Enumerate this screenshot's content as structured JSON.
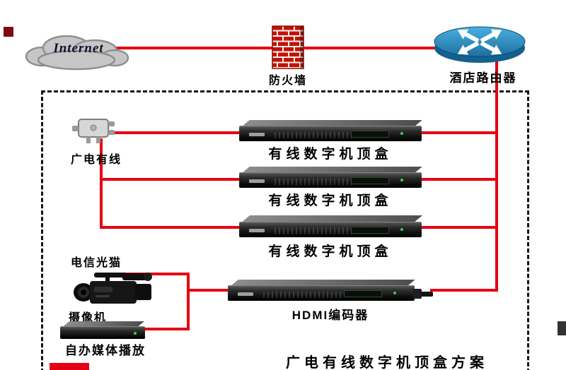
{
  "colors": {
    "connector": "#e60012",
    "firewall_brick": "#c41200",
    "router_body": "#2b87b8"
  },
  "internet": {
    "label": "Internet"
  },
  "firewall": {
    "label": "防火墙"
  },
  "router": {
    "label": "酒店路由器"
  },
  "solution_box": {
    "cable_source": {
      "label": "广电有线"
    },
    "set_top_boxes": [
      {
        "label": "有线数字机顶盒"
      },
      {
        "label": "有线数字机顶盒"
      },
      {
        "label": "有线数字机顶盒"
      }
    ],
    "optical_modem": {
      "label": "电信光猫"
    },
    "camera": {
      "label": "摄像机"
    },
    "media_player": {
      "label": "自办媒体播放"
    },
    "hdmi_encoder": {
      "label": "HDMI编码器"
    },
    "title": "广电有线数字机顶盒方案"
  },
  "icons": {
    "internet": "cloud-icon",
    "firewall": "brick-wall-icon",
    "router": "router-disc-icon",
    "cable_source": "splitter-icon",
    "camera": "camcorder-icon"
  }
}
